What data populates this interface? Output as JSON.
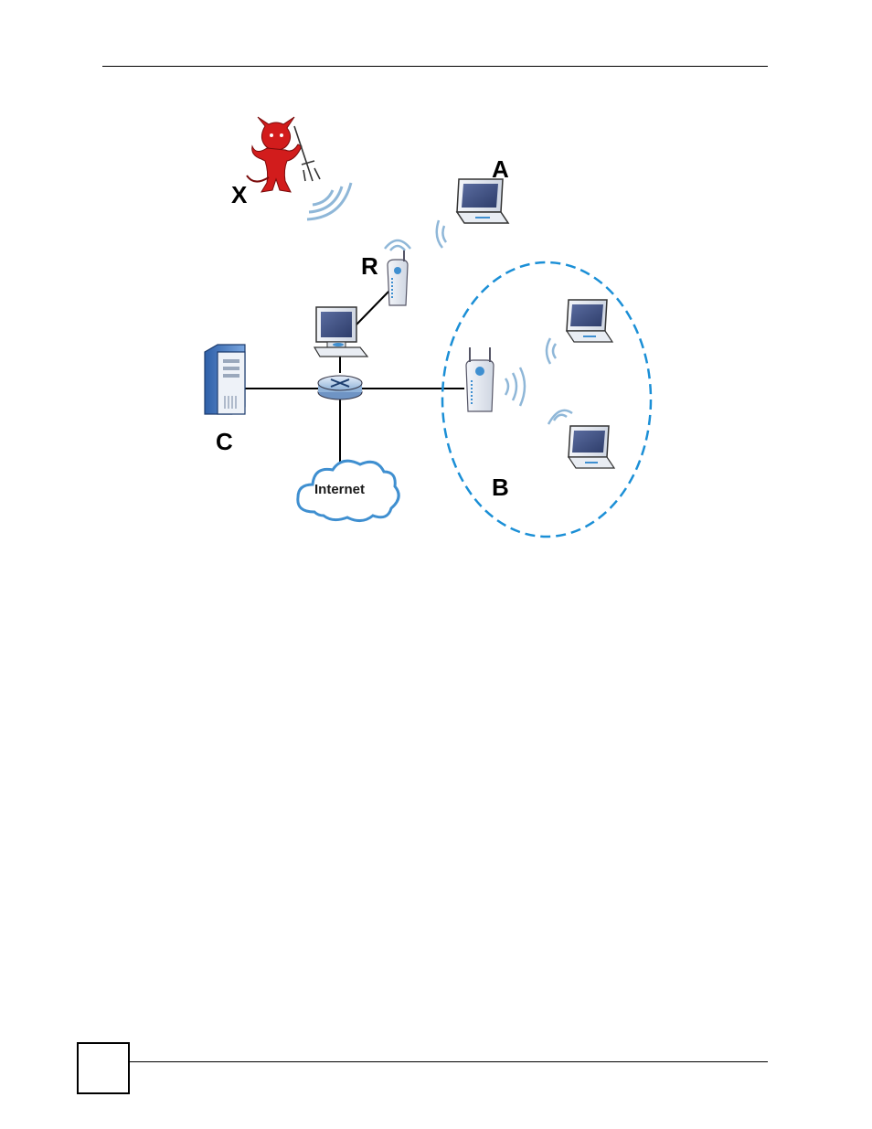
{
  "diagram": {
    "labels": {
      "x": "X",
      "a": "A",
      "r": "R",
      "c": "C",
      "b": "B"
    },
    "internet_label": "Internet"
  },
  "icons": {
    "intruder": "devil-icon",
    "laptop": "laptop-icon",
    "access_point": "access-point-icon",
    "workstation": "desktop-computer-icon",
    "server": "server-tower-icon",
    "switch": "router-switch-icon",
    "cloud": "internet-cloud-icon",
    "signal": "wireless-signal-icon"
  },
  "colors": {
    "bss_boundary": "#1b8fd6",
    "signal": "#8fb7d8",
    "intruder": "#d21c1c",
    "screen": "#4a5a8c",
    "device_blue": "#3f8fd0"
  }
}
